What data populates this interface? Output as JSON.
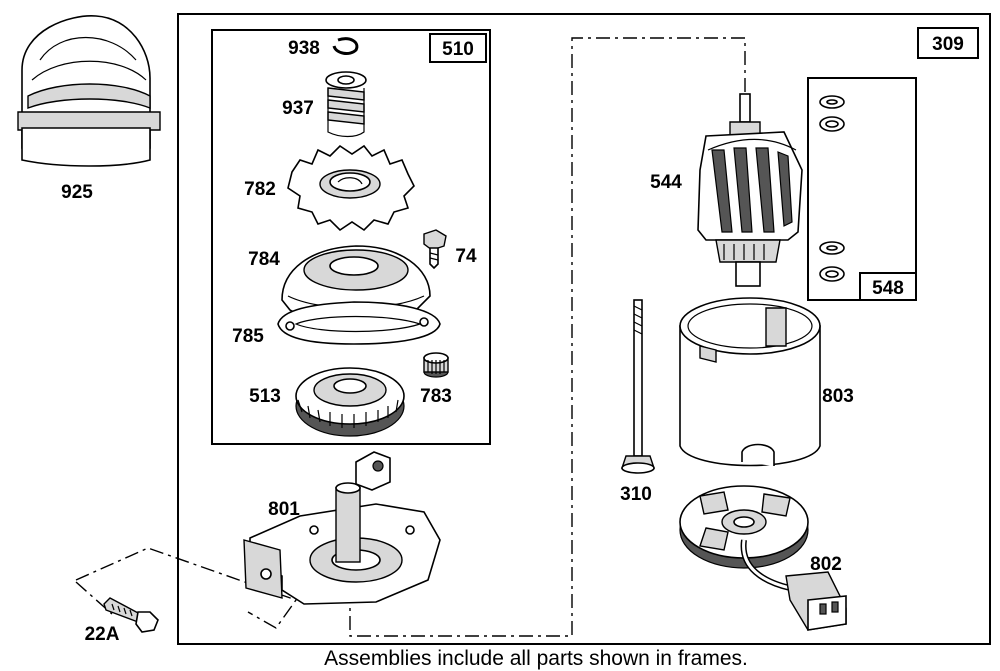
{
  "caption": "Assemblies include all parts shown in frames.",
  "frames": {
    "outer": "309",
    "drive": "510",
    "brush_kit": "548"
  },
  "parts": {
    "p925": "925",
    "p938": "938",
    "p937": "937",
    "p782": "782",
    "p784": "784",
    "p74": "74",
    "p785": "785",
    "p513": "513",
    "p783": "783",
    "p801": "801",
    "p22a": "22A",
    "p544": "544",
    "p803": "803",
    "p310": "310",
    "p802": "802"
  }
}
